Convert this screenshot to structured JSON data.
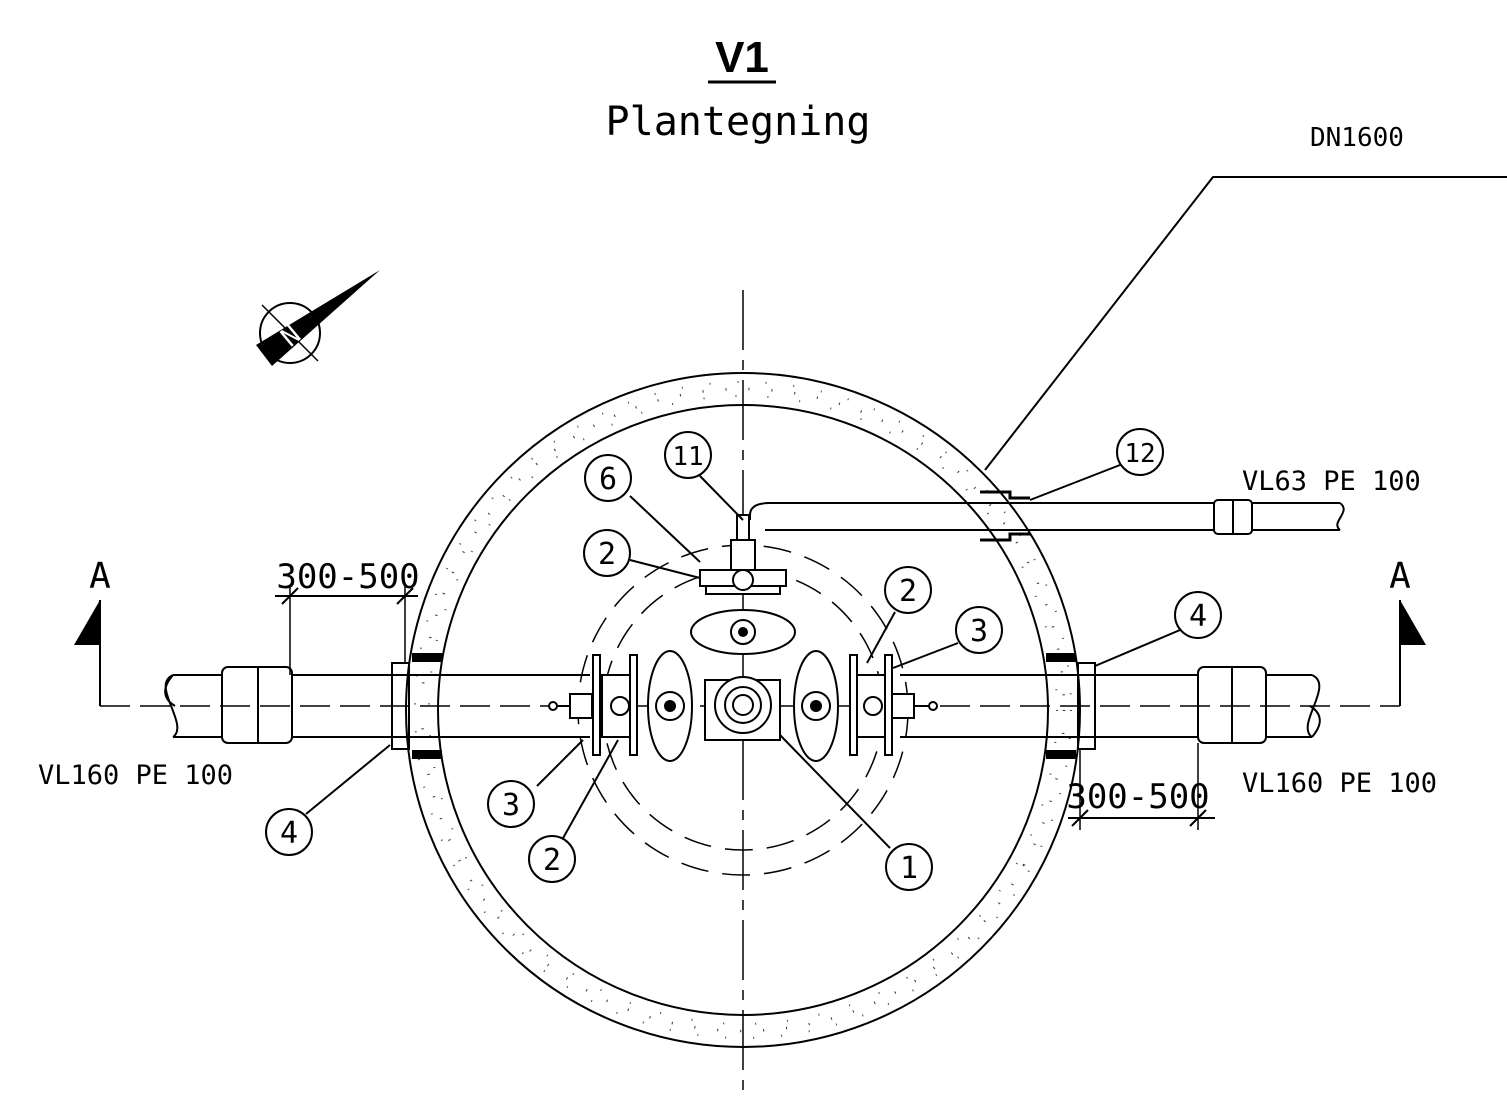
{
  "title": "V1",
  "subtitle": "Plantegning",
  "labels": {
    "dn": "DN1600",
    "pipe_top": "VL63 PE 100",
    "pipe_left": "VL160 PE 100",
    "pipe_right": "VL160 PE 100",
    "dim_left": "300-500",
    "dim_right": "300-500",
    "section_left": "A",
    "section_right": "A",
    "north": "N"
  },
  "callouts": [
    "1",
    "2",
    "2",
    "2",
    "3",
    "3",
    "4",
    "4",
    "6",
    "11",
    "12"
  ],
  "colors": {
    "ink": "#000000",
    "paper": "#ffffff"
  }
}
